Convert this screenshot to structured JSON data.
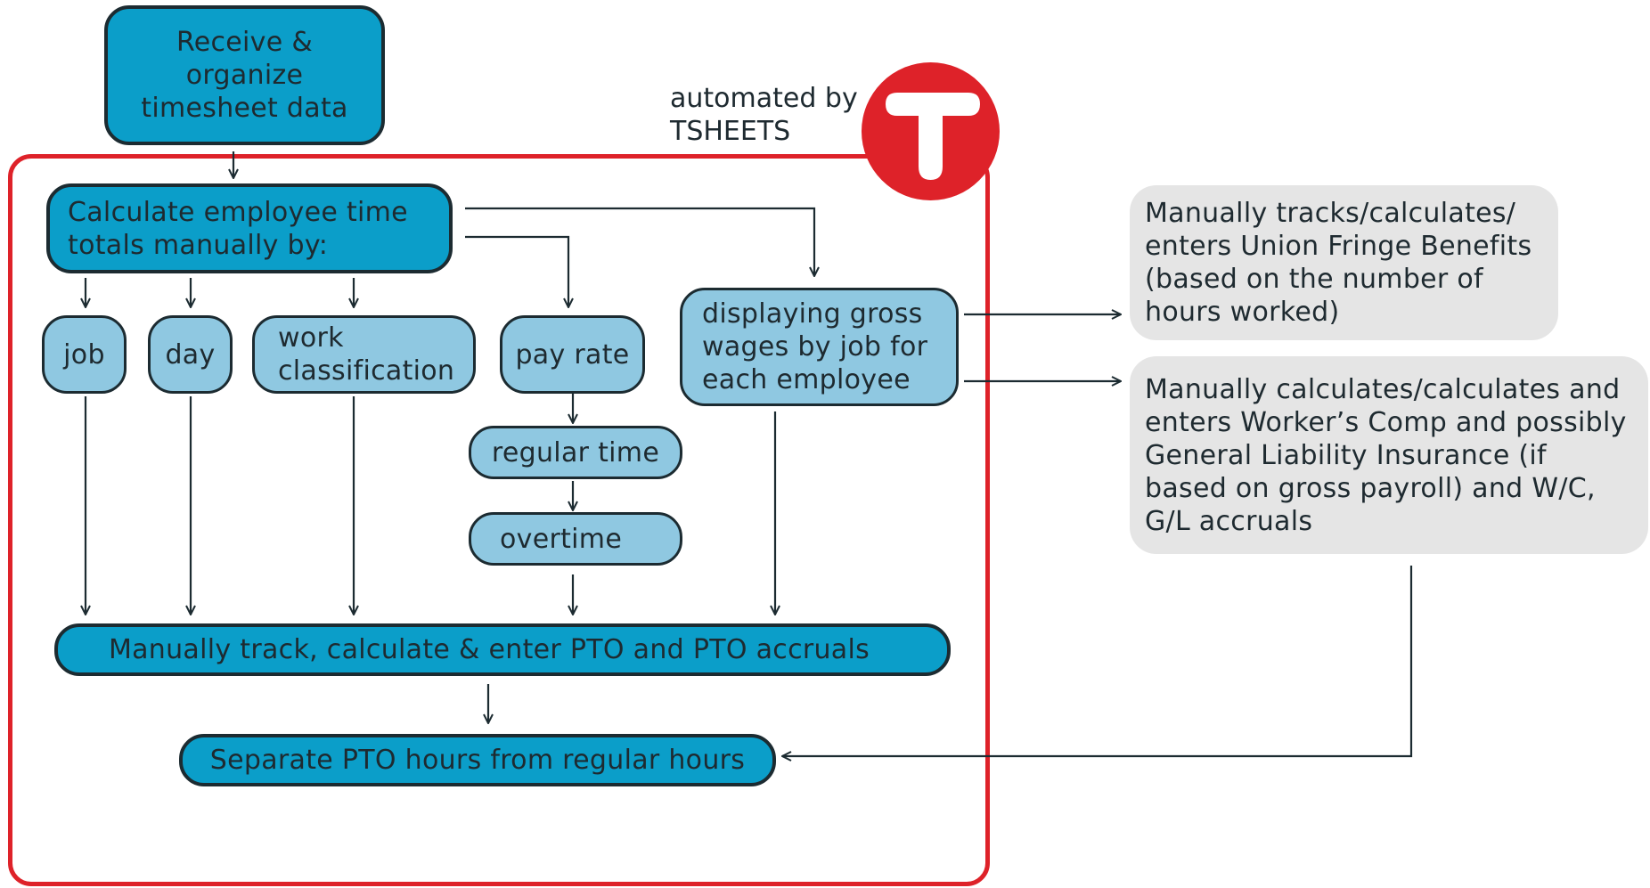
{
  "colors": {
    "dark_box": "#0b9ec9",
    "light_box": "#8fc8e1",
    "grey_box": "#e5e5e5",
    "frame_red": "#de2229",
    "outline": "#1c2b31"
  },
  "start": {
    "text": "Receive &\norganize\ntimesheet data"
  },
  "automated": {
    "line1": "automated by",
    "line2": "TSHEETS",
    "logo_letter": "T"
  },
  "calc": {
    "text": "Calculate employee time\ntotals manually by:"
  },
  "categories": {
    "job": "job",
    "day": "day",
    "work_classification": "work\nclassification",
    "pay_rate": "pay rate",
    "regular_time": "regular time",
    "overtime": "overtime",
    "gross_wages": "displaying gross\nwages by job for\neach employee"
  },
  "pto": {
    "text": "Manually track, calculate & enter PTO and PTO accruals"
  },
  "separate": {
    "text": "Separate PTO hours from regular hours"
  },
  "side": {
    "union": "Manually tracks/calculates/\nenters Union Fringe Benefits\n(based on the number of\nhours worked)",
    "workers_comp": "Manually calculates/calculates and\nenters Worker’s Comp and possibly\nGeneral Liability Insurance (if\nbased on gross payroll) and W/C,\nG/L accruals"
  }
}
